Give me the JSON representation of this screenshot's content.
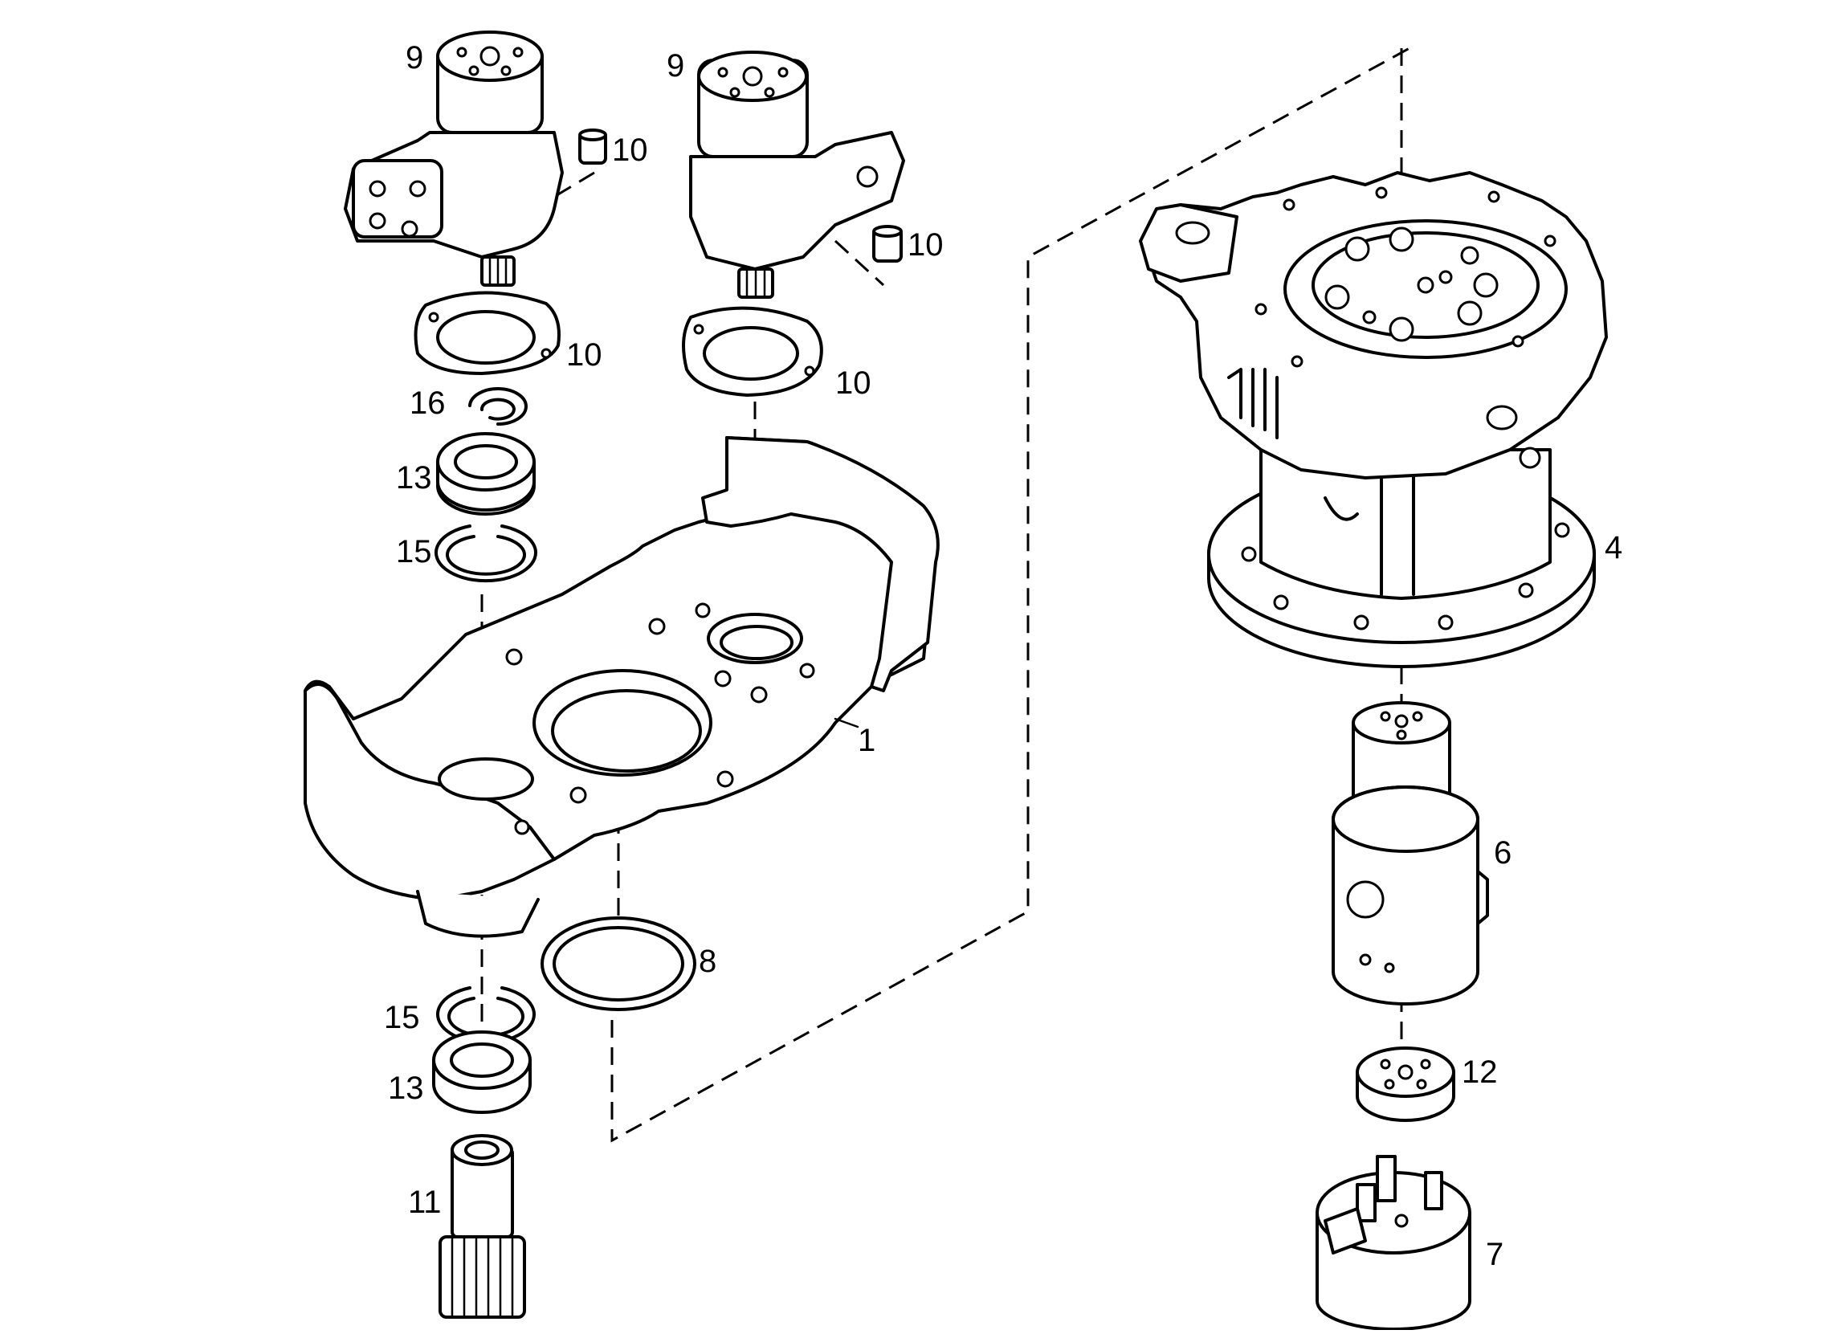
{
  "diagram": {
    "type": "exploded-parts-drawing",
    "parts": [
      {
        "ref": "9a",
        "label": "9",
        "icon": "hydraulic-motor"
      },
      {
        "ref": "9b",
        "label": "9",
        "icon": "hydraulic-motor"
      },
      {
        "ref": "10a",
        "label": "10",
        "icon": "plug"
      },
      {
        "ref": "10b",
        "label": "10",
        "icon": "plug"
      },
      {
        "ref": "10c",
        "label": "10",
        "icon": "gasket"
      },
      {
        "ref": "10d",
        "label": "10",
        "icon": "gasket"
      },
      {
        "ref": "16",
        "label": "16",
        "icon": "circlip"
      },
      {
        "ref": "13a",
        "label": "13",
        "icon": "bearing"
      },
      {
        "ref": "15a",
        "label": "15",
        "icon": "snap-ring"
      },
      {
        "ref": "1",
        "label": "1",
        "icon": "frame-plate"
      },
      {
        "ref": "8",
        "label": "8",
        "icon": "seal-ring"
      },
      {
        "ref": "15b",
        "label": "15",
        "icon": "snap-ring"
      },
      {
        "ref": "13b",
        "label": "13",
        "icon": "bearing"
      },
      {
        "ref": "11",
        "label": "11",
        "icon": "pinion-gear"
      },
      {
        "ref": "4",
        "label": "4",
        "icon": "swing-gearbox"
      },
      {
        "ref": "6",
        "label": "6",
        "icon": "rotary-joint"
      },
      {
        "ref": "12",
        "label": "12",
        "icon": "cover-disc"
      },
      {
        "ref": "7",
        "label": "7",
        "icon": "collector"
      }
    ]
  }
}
